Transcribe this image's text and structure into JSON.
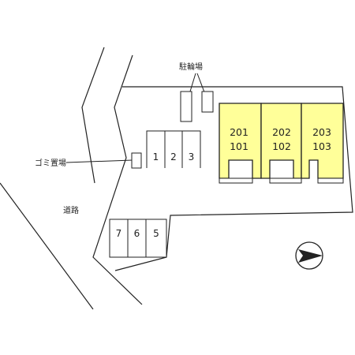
{
  "map": {
    "labels": {
      "bicycle_parking": "駐輪場",
      "garbage_area": "ゴミ置場",
      "road": "道路"
    },
    "parking_spaces": {
      "upper": [
        "1",
        "2",
        "3"
      ],
      "lower": [
        "7",
        "6",
        "5"
      ]
    },
    "buildings": [
      {
        "upper_unit": "201",
        "lower_unit": "101"
      },
      {
        "upper_unit": "202",
        "lower_unit": "102"
      },
      {
        "upper_unit": "203",
        "lower_unit": "103"
      }
    ],
    "north_arrow": {
      "icon": "north-arrow-icon"
    },
    "colors": {
      "building_fill": "#ffff99",
      "building_stroke": "#222222",
      "line": "#222222"
    }
  }
}
